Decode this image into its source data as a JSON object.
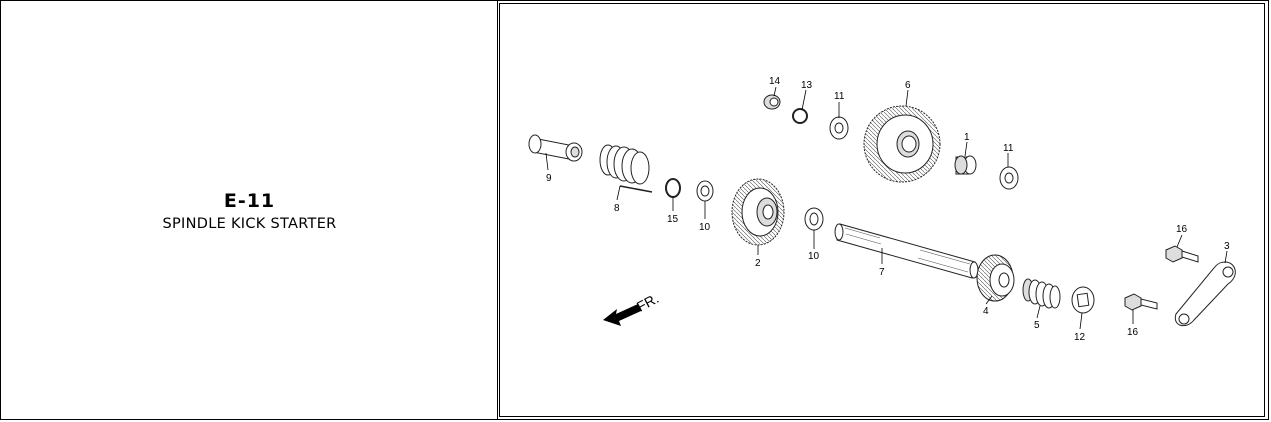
{
  "section": {
    "code": "E-11",
    "title": "SPINDLE KICK STARTER"
  },
  "diagram": {
    "direction_label": "FR.",
    "callouts": {
      "c1": "1",
      "c2": "2",
      "c3": "3",
      "c4": "4",
      "c5": "5",
      "c6": "6",
      "c7": "7",
      "c8": "8",
      "c9": "9",
      "c10a": "10",
      "c10b": "10",
      "c11a": "11",
      "c11b": "11",
      "c12": "12",
      "c13": "13",
      "c14": "14",
      "c15": "15",
      "c16a": "16",
      "c16b": "16"
    }
  }
}
